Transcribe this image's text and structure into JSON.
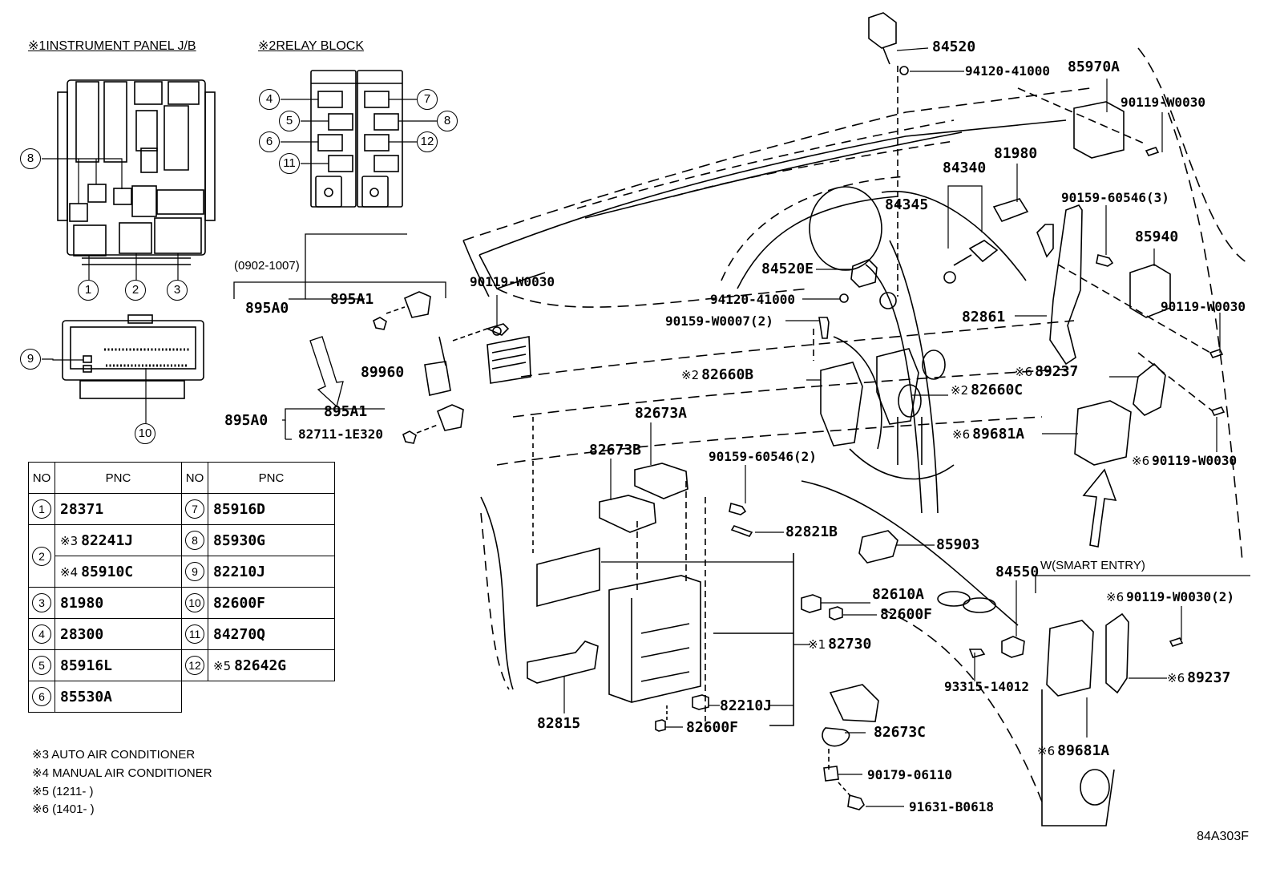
{
  "sections": {
    "instrument_panel_jb": {
      "marker": "※1",
      "title": "INSTRUMENT PANEL J/B"
    },
    "relay_block": {
      "marker": "※2",
      "title": "RELAY BLOCK"
    }
  },
  "callouts": [
    "1",
    "2",
    "3",
    "4",
    "5",
    "6",
    "7",
    "8",
    "9",
    "10",
    "11",
    "12"
  ],
  "callout_10_label": "10",
  "pnc_table": {
    "headers": [
      "NO",
      "PNC",
      "NO",
      "PNC"
    ],
    "left": [
      {
        "no": "1",
        "entries": [
          {
            "marker": "",
            "pnc": "28371"
          }
        ]
      },
      {
        "no": "2",
        "entries": [
          {
            "marker": "※3",
            "pnc": "82241J"
          },
          {
            "marker": "※4",
            "pnc": "85910C"
          }
        ]
      },
      {
        "no": "3",
        "entries": [
          {
            "marker": "",
            "pnc": "81980"
          }
        ]
      },
      {
        "no": "4",
        "entries": [
          {
            "marker": "",
            "pnc": "28300"
          }
        ]
      },
      {
        "no": "5",
        "entries": [
          {
            "marker": "",
            "pnc": "85916L"
          }
        ]
      },
      {
        "no": "6",
        "entries": [
          {
            "marker": "",
            "pnc": "85530A"
          }
        ]
      }
    ],
    "right": [
      {
        "no": "7",
        "marker": "",
        "pnc": "85916D"
      },
      {
        "no": "8",
        "marker": "",
        "pnc": "85930G"
      },
      {
        "no": "9",
        "marker": "",
        "pnc": "82210J"
      },
      {
        "no": "10",
        "marker": "",
        "pnc": "82600F"
      },
      {
        "no": "11",
        "marker": "",
        "pnc": "84270Q"
      },
      {
        "no": "12",
        "marker": "※5",
        "pnc": "82642G"
      }
    ]
  },
  "notes": [
    "※3 AUTO AIR CONDITIONER",
    "※4 MANUAL AIR CONDITIONER",
    "※5 (1211-        )",
    "※6 (1401-        )"
  ],
  "date_range": "(0902-1007)",
  "smart_entry_label": "W(SMART ENTRY)",
  "parts": {
    "p84520": {
      "marker": "",
      "text": "84520"
    },
    "p94120_top": {
      "marker": "",
      "text": "94120-41000"
    },
    "p85970A": {
      "marker": "",
      "text": "85970A"
    },
    "p90119_top": {
      "marker": "",
      "text": "90119-W0030"
    },
    "p81980": {
      "marker": "",
      "text": "81980"
    },
    "p84340": {
      "marker": "",
      "text": "84340"
    },
    "p84345": {
      "marker": "",
      "text": "84345"
    },
    "p90159_3": {
      "marker": "",
      "text": "90159-60546(3)"
    },
    "p85940": {
      "marker": "",
      "text": "85940"
    },
    "p84520E": {
      "marker": "",
      "text": "84520E"
    },
    "p94120_mid": {
      "marker": "",
      "text": "94120-41000"
    },
    "p90159_W0007": {
      "marker": "",
      "text": "90159-W0007(2)"
    },
    "p82861": {
      "marker": "",
      "text": "82861"
    },
    "p90119_right": {
      "marker": "",
      "text": "90119-W0030"
    },
    "p90119_left": {
      "marker": "",
      "text": "90119-W0030"
    },
    "p895A0_top": {
      "marker": "",
      "text": "895A0"
    },
    "p895A1_top": {
      "marker": "",
      "text": "895A1"
    },
    "p89960": {
      "marker": "",
      "text": "89960"
    },
    "p895A0_bot": {
      "marker": "",
      "text": "895A0"
    },
    "p895A1_bot": {
      "marker": "",
      "text": "895A1"
    },
    "p82711": {
      "marker": "",
      "text": "82711-1E320"
    },
    "p82660B": {
      "marker": "※2",
      "text": "82660B"
    },
    "p82660C": {
      "marker": "※2",
      "text": "82660C"
    },
    "p89237_top": {
      "marker": "※6",
      "text": "89237"
    },
    "p89681A_top": {
      "marker": "※6",
      "text": "89681A"
    },
    "p90119_x6": {
      "marker": "※6",
      "text": "90119-W0030"
    },
    "p82673A": {
      "marker": "",
      "text": "82673A"
    },
    "p82673B": {
      "marker": "",
      "text": "82673B"
    },
    "p90159_2": {
      "marker": "",
      "text": "90159-60546(2)"
    },
    "p82821B": {
      "marker": "",
      "text": "82821B"
    },
    "p85903": {
      "marker": "",
      "text": "85903"
    },
    "p84550": {
      "marker": "",
      "text": "84550"
    },
    "p82610A": {
      "marker": "",
      "text": "82610A"
    },
    "p82600F_mid": {
      "marker": "",
      "text": "82600F"
    },
    "p82730": {
      "marker": "※1",
      "text": "82730"
    },
    "p93315": {
      "marker": "",
      "text": "93315-14012"
    },
    "p82815": {
      "marker": "",
      "text": "82815"
    },
    "p82210J": {
      "marker": "",
      "text": "82210J"
    },
    "p82600F_bot": {
      "marker": "",
      "text": "82600F"
    },
    "p82673C": {
      "marker": "",
      "text": "82673C"
    },
    "p90179": {
      "marker": "",
      "text": "90179-06110"
    },
    "p91631": {
      "marker": "",
      "text": "91631-B0618"
    },
    "p90119_smart": {
      "marker": "※6",
      "text": "90119-W0030(2)"
    },
    "p89237_smart": {
      "marker": "※6",
      "text": "89237"
    },
    "p89681A_smart": {
      "marker": "※6",
      "text": "89681A"
    }
  },
  "illustration_code": "84A303F"
}
